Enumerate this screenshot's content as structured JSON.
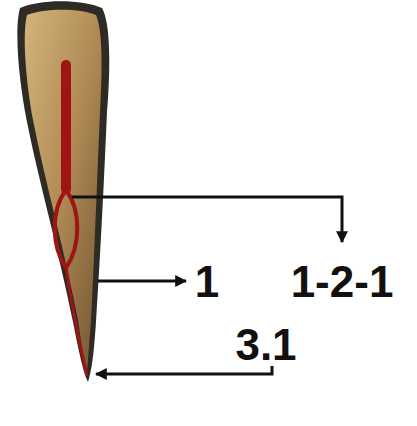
{
  "diagram": {
    "labels": [
      "1",
      "1-2-1",
      "3.1"
    ]
  }
}
